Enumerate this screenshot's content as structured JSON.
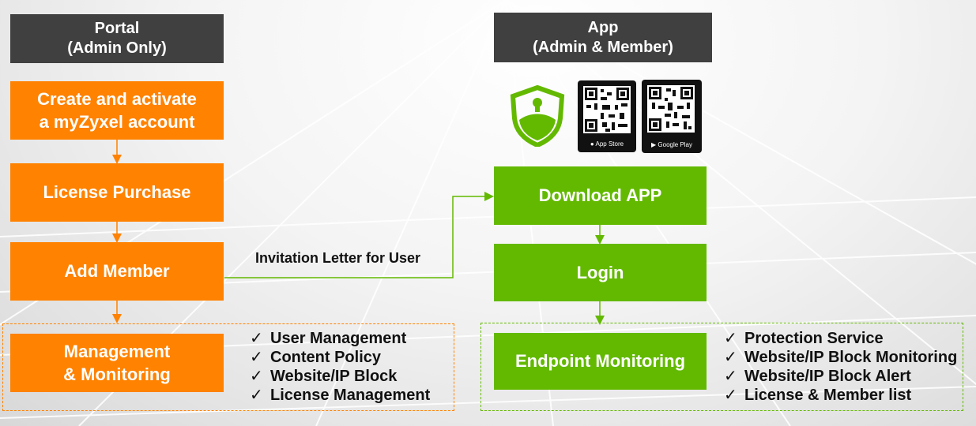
{
  "portal": {
    "header_line1": "Portal",
    "header_line2": "(Admin Only)",
    "steps": {
      "create_line1": "Create and activate",
      "create_line2": "a myZyxel account",
      "license": "License Purchase",
      "add_member": "Add Member",
      "mgmt_line1": "Management",
      "mgmt_line2": "& Monitoring"
    },
    "features": [
      "User Management",
      "Content Policy",
      "Website/IP Block",
      "License Management"
    ]
  },
  "app": {
    "header_line1": "App",
    "header_line2": "(Admin & Member)",
    "steps": {
      "download": "Download APP",
      "login": "Login",
      "endpoint": "Endpoint Monitoring"
    },
    "features": [
      "Protection Service",
      "Website/IP Block Monitoring",
      "Website/IP Block Alert",
      "License & Member list"
    ],
    "app_store_label": "App Store",
    "google_play_label": "Google Play"
  },
  "connector_label": "Invitation Letter for User",
  "check_mark": "✓",
  "colors": {
    "orange": "#ff8200",
    "green": "#63b900",
    "header": "#404040"
  },
  "icons": [
    "shield-keyhole-icon",
    "qr-code-icon",
    "apple-icon",
    "google-play-icon"
  ]
}
